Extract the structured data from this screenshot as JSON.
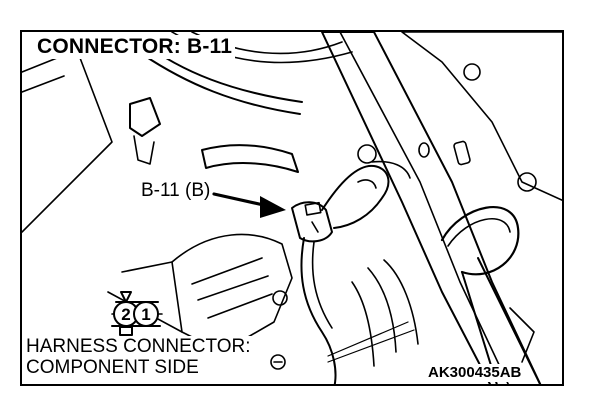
{
  "title": "CONNECTOR: B-11",
  "callout_label": "B-11 (B)",
  "harness_label": {
    "line1": "HARNESS CONNECTOR:",
    "line2": "COMPONENT SIDE"
  },
  "connector_pins": [
    "2",
    "1"
  ],
  "figure_code": "AK300435AB",
  "colors": {
    "line": "#000000",
    "background": "#ffffff"
  }
}
